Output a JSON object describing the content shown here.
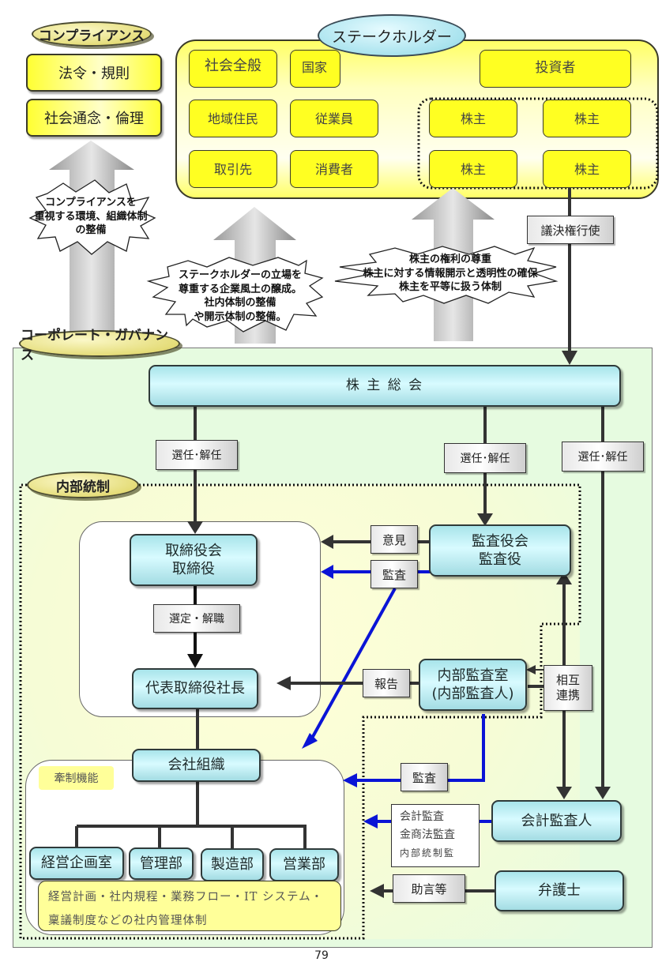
{
  "compliance": {
    "title": "コンプライアンス",
    "items": [
      "法令・規則",
      "社会通念・倫理"
    ],
    "burst": [
      "コンプライアンスを",
      "重視する環境、組織体制",
      "の整備"
    ]
  },
  "stakeholders": {
    "title": "ステークホルダー",
    "items": {
      "society": "社会全般",
      "state": "国家",
      "investors": "投資者",
      "residents": "地域住民",
      "employees": "従業員",
      "suppliers": "取引先",
      "consumers": "消費者"
    },
    "shareholders": [
      "株主",
      "株主",
      "株主",
      "株主"
    ],
    "burst": [
      "ステークホルダーの立場を",
      "尊重する企業風土の醸成。",
      "社内体制の整備",
      "や開示体制の整備。"
    ],
    "shareholder_burst": [
      "株主の権利の尊重",
      "株主に対する情報開示と透明性の確保",
      "株主を平等に扱う体制"
    ],
    "voting_label": "議決権行使"
  },
  "governance": {
    "title": "コーポレート・ガバナンス",
    "general_meeting": "株 主 総 会",
    "appoint_labels": [
      "選任･解任",
      "選任･解任",
      "選任･解任"
    ],
    "internal_control_title": "内部統制",
    "board": [
      "取締役会",
      "取締役"
    ],
    "selection_label": "選定・解職",
    "president": "代表取締役社長",
    "auditors": [
      "監査役会",
      "監査役"
    ],
    "opinion_label": "意見",
    "audit_label": "監査",
    "report_label": "報告",
    "internal_audit": [
      "内部監査室",
      "(内部監査人)"
    ],
    "cooperation_label": [
      "相互",
      "連携"
    ],
    "company_org": "会社組織",
    "restraint_label": "牽制機能",
    "departments": [
      "経営企画室",
      "管理部",
      "製造部",
      "営業部"
    ],
    "internal_systems": [
      "経営計画・社内規程・業務フロー・IT システム・",
      "稟議制度などの社内管理体制"
    ],
    "audit_label_2": "監査",
    "accounting_audit_labels": [
      "会計監査",
      "金商法監査",
      "内部統制監"
    ],
    "accounting_auditor": "会計監査人",
    "advice_label": "助言等",
    "lawyer": "弁護士"
  },
  "page_number": "79",
  "colors": {
    "yellow": "#ffff22",
    "cyan": "#bff3f8",
    "governance_bg": "#e6fbe0",
    "internal_bg": "#fbfcd8",
    "audit_line": "#0a14d6",
    "dark_line": "#333333"
  }
}
